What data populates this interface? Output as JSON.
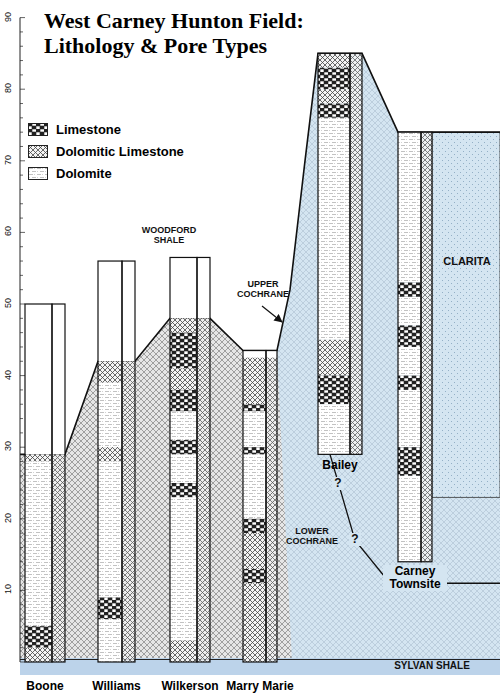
{
  "diagram": {
    "title": "West Carney Hunton Field: Lithology & Pore Types",
    "nodes": [
      {
        "text": [
          "Boone"
        ]
      },
      {
        "text": [
          "Williams"
        ]
      },
      {
        "text": [
          "Wilkerson"
        ]
      },
      {
        "text": [
          "Marry Marie"
        ]
      },
      {
        "text": [
          "Bailey"
        ]
      },
      {
        "text": [
          "Carney Townsite"
        ]
      }
    ],
    "labels": [
      "10",
      "20",
      "30",
      "40",
      "50",
      "60",
      "70",
      "80",
      "90",
      "WOODFORD SHALE",
      "UPPER COCHRANE",
      "LOWER COCHRANE",
      "CLARITA",
      "SYLVAN SHALE",
      "?",
      "?"
    ],
    "legend": [
      {
        "text": "Limestone"
      },
      {
        "text": "Dolomitic Limestone"
      },
      {
        "text": "Dolomite"
      }
    ]
  }
}
